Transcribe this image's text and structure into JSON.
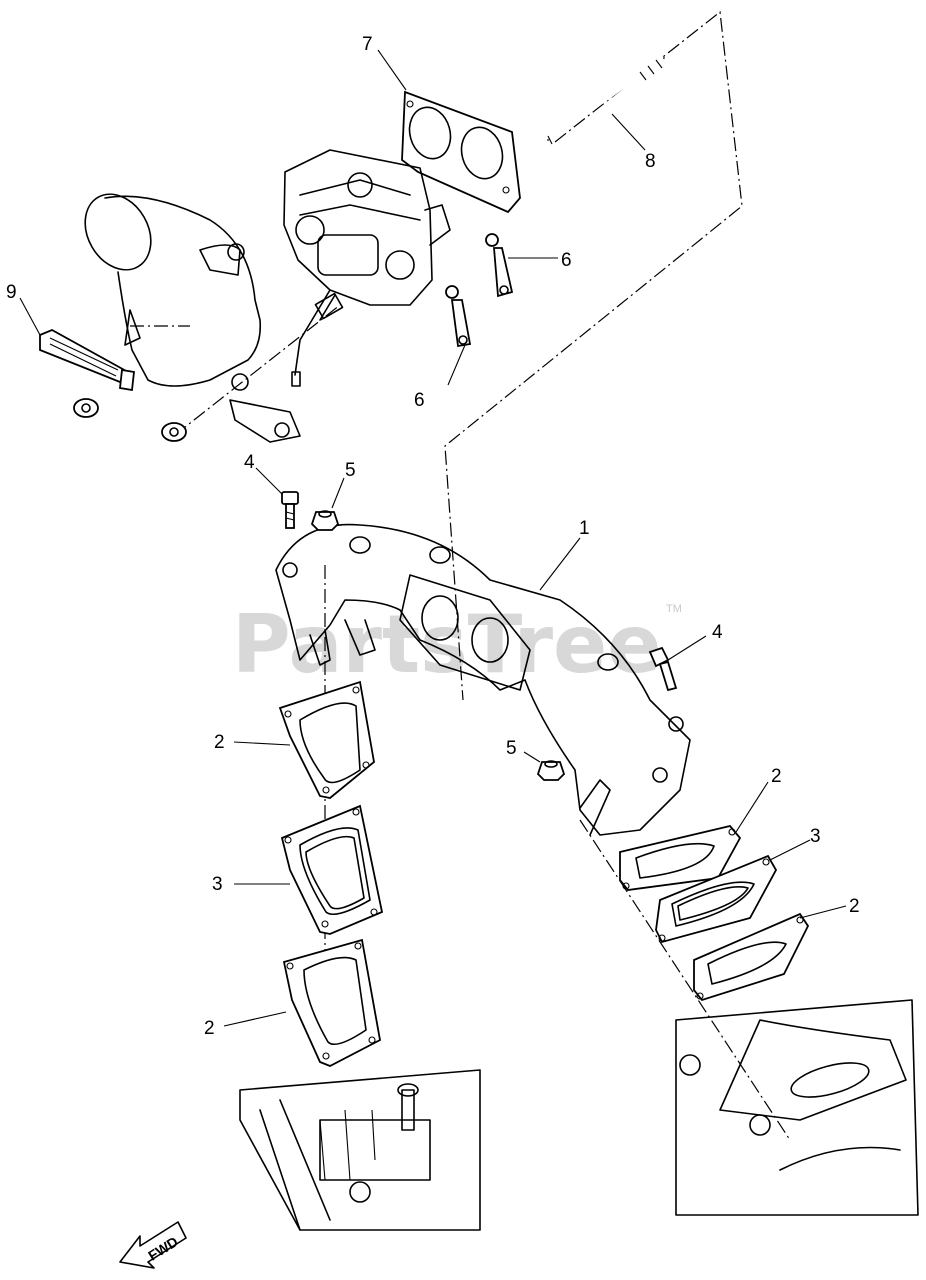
{
  "callouts": [
    {
      "id": "c7",
      "text": "7"
    },
    {
      "id": "c8",
      "text": "8"
    },
    {
      "id": "c9",
      "text": "9"
    },
    {
      "id": "c6a",
      "text": "6"
    },
    {
      "id": "c6b",
      "text": "6"
    },
    {
      "id": "c4a",
      "text": "4"
    },
    {
      "id": "c5a",
      "text": "5"
    },
    {
      "id": "c1",
      "text": "1"
    },
    {
      "id": "c4b",
      "text": "4"
    },
    {
      "id": "c5b",
      "text": "5"
    },
    {
      "id": "c2a",
      "text": "2"
    },
    {
      "id": "c3a",
      "text": "3"
    },
    {
      "id": "c2b",
      "text": "2"
    },
    {
      "id": "c2c",
      "text": "2"
    },
    {
      "id": "c3b",
      "text": "3"
    },
    {
      "id": "c2d",
      "text": "2"
    }
  ],
  "watermark": {
    "text": "PartsTree",
    "tm": "TM"
  },
  "direction": {
    "text": "FWD"
  }
}
